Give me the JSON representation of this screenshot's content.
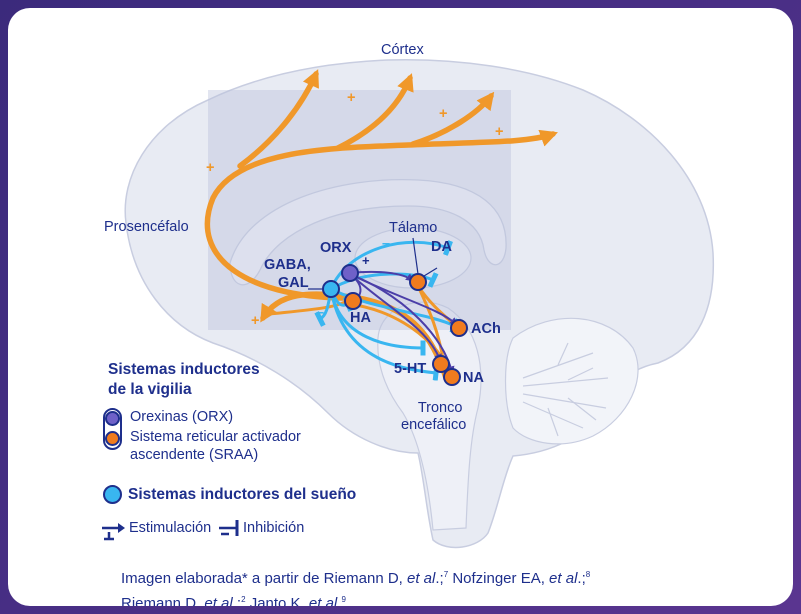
{
  "colors": {
    "navy": "#1e2f8c",
    "orange": "#f0982a",
    "orange_node": "#f07b1e",
    "light_blue": "#39b6f0",
    "purple": "#6f61c8",
    "brain_fill": "#e8ebf3",
    "highlight_box": "#b9c2dc"
  },
  "diagram": {
    "cortex": "Córtex",
    "forebrain": "Prosencéfalo",
    "thalamus": "Tálamo",
    "brainstem_line1": "Tronco",
    "brainstem_line2": "encefálico",
    "plus_sign": "+",
    "minus_sign": "–",
    "nodes": {
      "orx": "ORX",
      "gaba_line1": "GABA,",
      "gaba_line2": "GAL",
      "da": "DA",
      "ha": "HA",
      "ach": "ACh",
      "serotonin": "5-HT",
      "na": "NA"
    }
  },
  "legend": {
    "title_line1": "Sistemas inductores",
    "title_line2": "de la vigilia",
    "orexins": "Orexinas (ORX)",
    "sraa_line1": "Sistema reticular activador",
    "sraa_line2": "ascendente (SRAA)",
    "sleep": "Sistemas inductores del sueño",
    "stimulation": "Estimulación",
    "inhibition": "Inhibición"
  },
  "footer": {
    "part1": "Imagen elaborada* a partir de Riemann D, ",
    "etal1": "et al",
    "sep1": ".;",
    "ref1": "7",
    "part2": " Nofzinger EA, ",
    "etal2": "et al",
    "sep2": ".;",
    "ref2": "8",
    "part3": "Riemann D, ",
    "etal3": "et al",
    "sep3": ".;",
    "ref3": "2",
    "part4": " Janto K, ",
    "etal4": "et al",
    "sep4": ".",
    "ref4": "9"
  }
}
